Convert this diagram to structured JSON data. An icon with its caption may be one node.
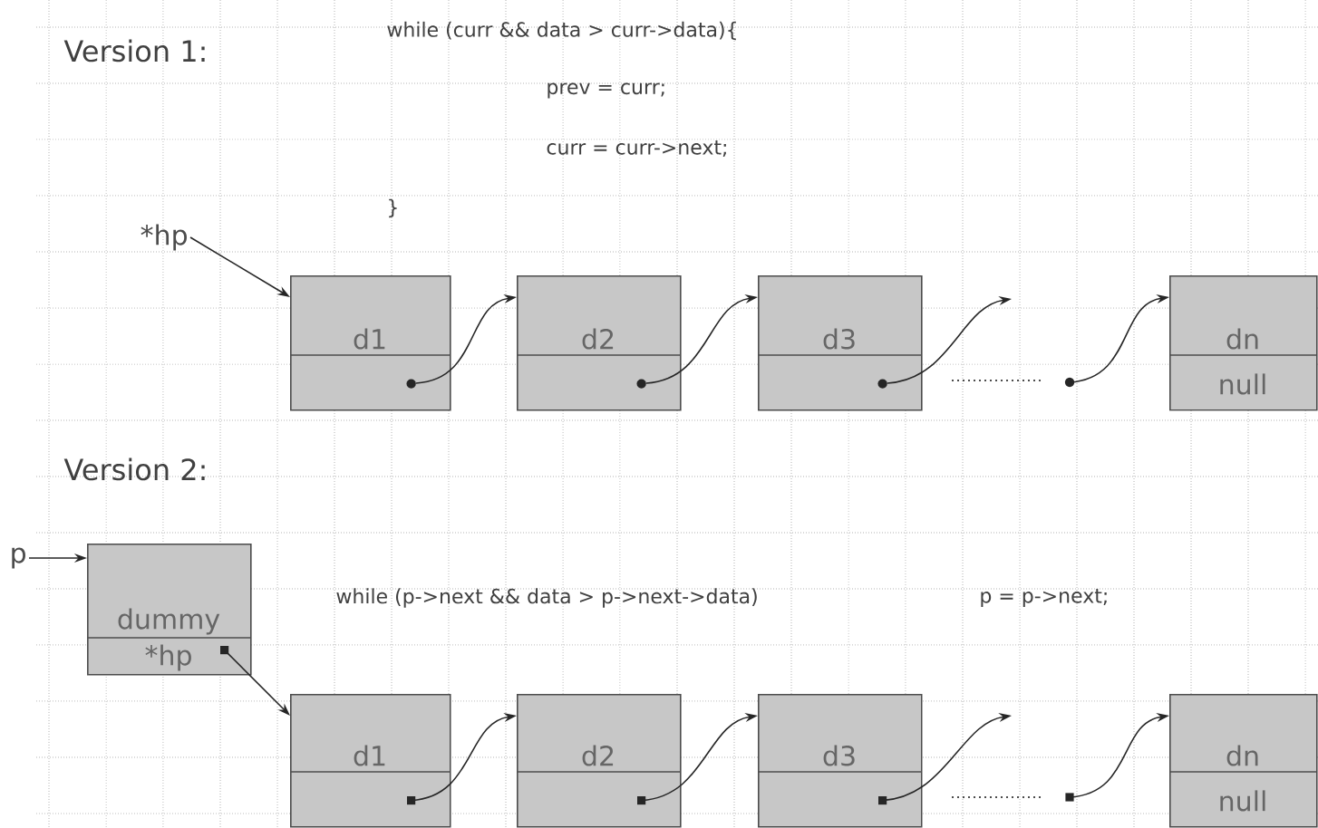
{
  "diagram": {
    "nodes": [
      {
        "text": [
          "*hp"
        ]
      },
      {
        "text": [
          "d1"
        ]
      },
      {
        "text": [
          "d2"
        ]
      },
      {
        "text": [
          "d3"
        ]
      },
      {
        "text": [
          "dn",
          "null"
        ]
      },
      {
        "text": [
          "p"
        ]
      },
      {
        "text": [
          "dummy",
          "*hp"
        ]
      },
      {
        "text": [
          "d1"
        ]
      },
      {
        "text": [
          "d2"
        ]
      },
      {
        "text": [
          "d3"
        ]
      },
      {
        "text": [
          "dn",
          "null"
        ]
      }
    ],
    "edges": [
      {
        "from": 0,
        "to": 1,
        "arrow": "to"
      },
      {
        "from": 1,
        "to": 2,
        "arrow": "to"
      },
      {
        "from": 2,
        "to": 3,
        "arrow": "to"
      },
      {
        "from": 3,
        "to": null,
        "arrow": "to"
      },
      {
        "from": null,
        "to": 4,
        "arrow": "to"
      },
      {
        "from": 5,
        "to": 6,
        "arrow": "to"
      },
      {
        "from": 6,
        "to": 7,
        "arrow": "to"
      },
      {
        "from": 7,
        "to": 8,
        "arrow": "to"
      },
      {
        "from": 8,
        "to": 9,
        "arrow": "to"
      },
      {
        "from": 9,
        "to": null,
        "arrow": "to"
      },
      {
        "from": null,
        "to": 10,
        "arrow": "to"
      }
    ],
    "labels": [
      "Version 1:",
      "while (curr && data > curr->data){",
      "prev = curr;",
      "curr = curr->next;",
      "}",
      "Version 2:",
      "while (p->next && data > p->next->data)",
      "p = p->next;"
    ]
  }
}
